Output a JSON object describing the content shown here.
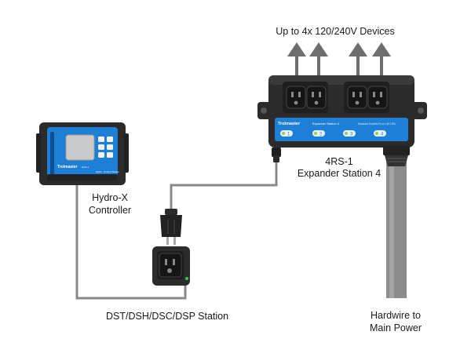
{
  "labels": {
    "devices": "Up to 4x 120/240V Devices",
    "expander_line1": "4RS-1",
    "expander_line2": "Expander Station 4",
    "controller_line1": "Hydro-X",
    "controller_line2": "Controller",
    "station": "DST/DSH/DSC/DSP Station",
    "power_line1": "Hardwire to",
    "power_line2": "Main Power"
  },
  "expander_panel": {
    "brand": "Trolmaster",
    "model": "Expander Station 4",
    "fine_print": "Standard Sockets Ps vs 120 120V",
    "outlets": [
      "1",
      "2",
      "3",
      "4"
    ]
  },
  "controller_panel": {
    "brand": "Trolmaster",
    "model": "HCS-1",
    "right_text": "Hydro",
    "far_right_text": "Control Station"
  },
  "colors": {
    "device_body": "#2b2b2b",
    "accent_blue": "#1e7fd6",
    "cable": "#8a8a8a",
    "arrow": "#6e6e6e",
    "screen": "#c9cacb",
    "status_led": "#2bd14b"
  }
}
